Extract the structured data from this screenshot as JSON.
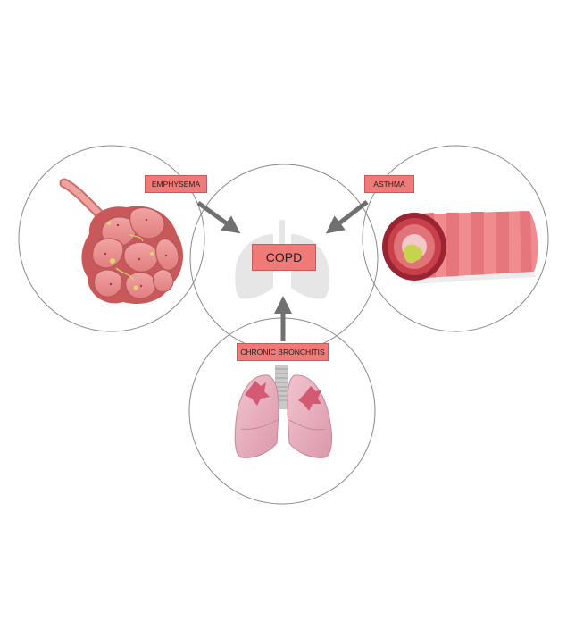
{
  "diagram": {
    "center_label": "COPD",
    "conditions": [
      {
        "label": "EMPHYSEMA"
      },
      {
        "label": "ASTHMA"
      },
      {
        "label": "CHRONIC BRONCHITIS"
      }
    ],
    "colors": {
      "label_fill": "#f07a78",
      "label_border": "#c85a58",
      "arrow": "#707070",
      "circle_outline": "#8a8a8a",
      "lung_silhouette": "#e6e6e6",
      "tissue_pink": "#e88a86",
      "lung_pink": "#eab0bf",
      "airway_red": "#a82b36"
    }
  }
}
